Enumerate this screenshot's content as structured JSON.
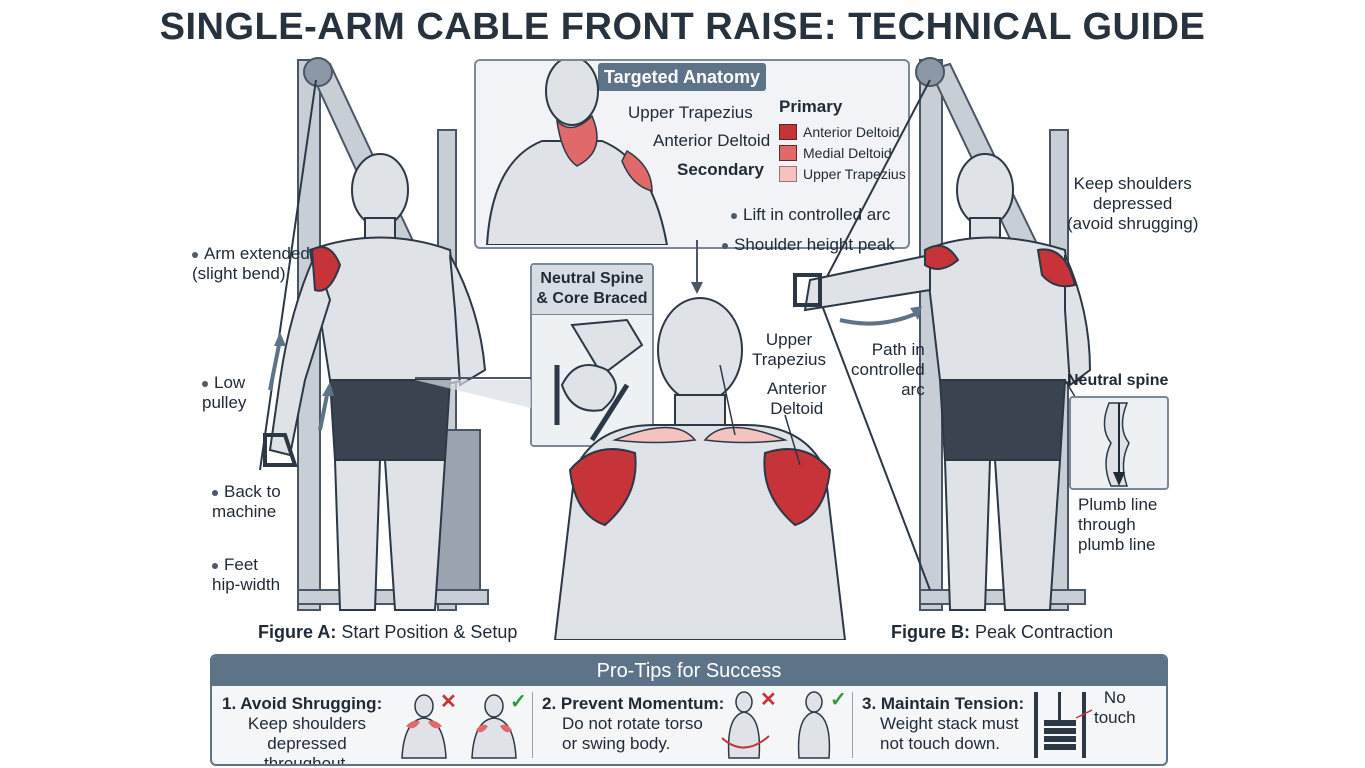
{
  "title": "SINGLE-ARM CABLE FRONT RAISE: TECHNICAL GUIDE",
  "anatomy": {
    "heading": "Targeted Anatomy",
    "back_labels": {
      "upper_trapezius": "Upper Trapezius",
      "anterior_deltoid": "Anterior Deltoid"
    },
    "primary_heading": "Primary",
    "secondary_heading": "Secondary",
    "legend": [
      {
        "label": "Anterior Deltoid",
        "color": "#c6343a"
      },
      {
        "label": "Medial Deltoid",
        "color": "#e2696a"
      },
      {
        "label": "Upper Trapezius",
        "color": "#f4c3c0"
      }
    ]
  },
  "inset": {
    "heading": "Neutral Spine\n& Core Braced"
  },
  "figure_a": {
    "callouts": [
      "Arm extended\n(slight bend)",
      "Low\npulley",
      "Back to\nmachine",
      "Feet\nhip-width"
    ],
    "caption_bold": "Figure A:",
    "caption_rest": " Start Position & Setup"
  },
  "center": {
    "upper_trapezius": "Upper\nTrapezius",
    "anterior_deltoid": "Anterior\nDeltoid"
  },
  "figure_b": {
    "callouts_left": [
      "Lift in controlled arc",
      "Shoulder height peak"
    ],
    "keep_shoulders": "Keep shoulders\ndepressed\n(avoid shrugging)",
    "path": "Path in\ncontrolled\narc",
    "neutral_spine": "Neutral spine",
    "plumb": "Plumb line\nthrough\nplumb line",
    "caption_bold": "Figure B:",
    "caption_rest": " Peak Contraction"
  },
  "tips": {
    "heading": "Pro-Tips for Success",
    "items": [
      {
        "title": "1. Avoid Shrugging:",
        "body": "Keep shoulders\ndepressed throughout."
      },
      {
        "title": "2. Prevent Momentum:",
        "body": "Do not rotate torso\nor swing body."
      },
      {
        "title": "3. Maintain Tension:",
        "body": "Weight stack must\nnot touch down.",
        "note": "No\ntouch"
      }
    ]
  },
  "colors": {
    "muscle_red": "#c6343a",
    "skin": "#dfe3e8",
    "outline": "#2c3845",
    "header_blue": "#5d7388",
    "frame": "#8d98a6"
  }
}
